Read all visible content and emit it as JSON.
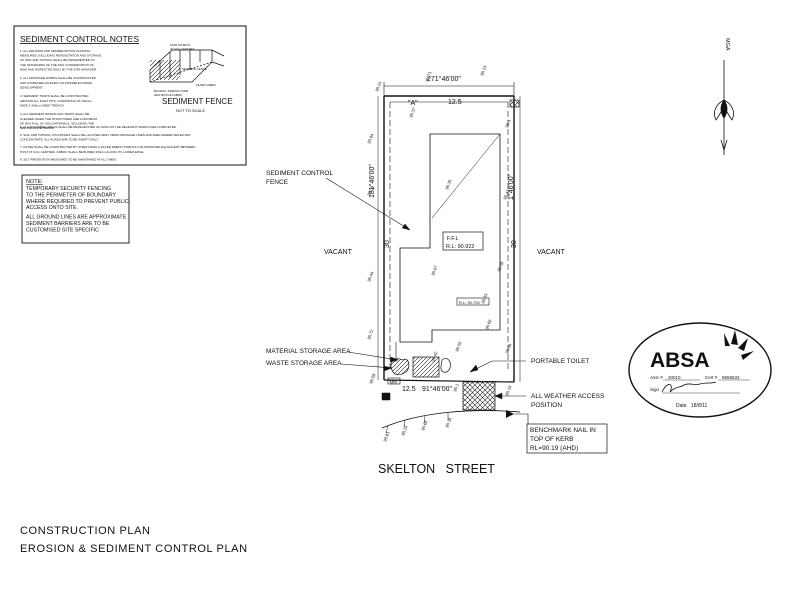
{
  "notes": {
    "title": "SEDIMENT CONTROL NOTES",
    "lines": [
      "1. ALL EROSION AND SEDIMENTATION CONTROL",
      "MEASURES, INCLUDING REVEGETATION AND STORAGE",
      "OF SOIL AND TOPSOIL SHALL BE IMPLEMENTED TO",
      "THE STANDARDS OF THE SOIL CONSERVATION OF",
      "NSW AND INSPECTED DAILY BY THE SITE MANAGER.",
      "2. ALL DRAINAGE WORKS SHALL BE CONSTRUCTED",
      "AND STABILISED AS EARLY AS POSSIBLE DURING",
      "DEVELOPMENT.",
      "3. SEDIMENT TRAPS SHALL BE CONSTRUCTED",
      "AROUND ALL INLET PITS, CONSISTING OF 300mm",
      "WIDE X 300mm DEEP TRENCH.",
      "4. ALL SEDIMENT BASINS AND TRAPS SHALL BE",
      "CLEANED WHEN THE STRUCTURES ARE A MAXIMUM",
      "OF 60% FULL OF SOIL MATERIALS, INCLUDING THE",
      "MAINTENANCE PERIOD.",
      "5. ALL DISTURBED AREAS SHALL BE REVEGETATED AS SOON AS THE RELEVANT WORKS ARE COMPLETED.",
      "6. SOIL AND TOPSOIL STOCKPILES SHALL BE LOCATED AWAY FROM DRAINAGE LINES AND AREA WHERE WATER MAY",
      "CONCENTRATE. ALL ROADS ARE TO BE SWEPT DAILY.",
      "7. FILTER SHALL BE CONSTRUCTED BY STRETCHING A FILTER FABRIC STRETCH OR APPROVED EQUIVALENT BETWEEN",
      "POST AT 3.0m CENTRES. FABRIC SHALL BE BURIED 150mm ALONG ITS LOWER EDGE.",
      "8. SILT PREVENTION MEASURES TO BE MAINTAINED AT ALL TIMES."
    ],
    "fence_detail_labels": [
      "STAR PICKETS",
      "AT 3.0m CENTRES",
      "SEDIMENT FENCE",
      "FILTER FABRIC",
      "BACKFILL TRENCH OVER",
      "GEOTEXTILE FABRIC"
    ],
    "fence_title": "SEDIMENT FENCE",
    "fence_subtitle": "NOT TO SCALE"
  },
  "note_box": {
    "heading": "NOTE:",
    "lines": [
      "TEMPORARY SECURITY FENCING",
      "TO THE PERIMETER OF BOUNDARY",
      "WHERE REQUIRED TO PREVENT PUBLIC",
      "ACCESS ONTO SITE.",
      "ALL GROUND LINES ARE APPROXIMATE.",
      "SEDIMENT BARRIERS ARE TO BE",
      "CUSTOMISED SITE SPECIFIC"
    ]
  },
  "north_label": "MGA",
  "site": {
    "top_bearing": "271°46'00\"",
    "top_label_a": "\"A\"",
    "top_width": "12.5",
    "left_bearing": "181°46'00\"",
    "right_bearing": "1°46'00\"",
    "left_length": "30",
    "right_length": "30",
    "bottom_width": "12.5",
    "bottom_bearing": "91°46'00\"",
    "left_vacant": "VACANT",
    "right_vacant": "VACANT",
    "ffl_line1": "F.F.L",
    "ffl_line2": "R.L: 90.922",
    "small_label": "R.L: 90.700",
    "mm_label": "MM",
    "spot_levels": [
      "90.24",
      "90.71",
      "90.13",
      "90.64",
      "90.3",
      "90.37",
      "90.34",
      "90.35",
      "90.43",
      "90.44",
      "90.07",
      "90.58",
      "90.33",
      "90.60",
      "90.72",
      "90.55",
      "90.56",
      "90.42",
      "90.58",
      "90.19",
      "90.1"
    ],
    "kerb_levels": [
      "90.61",
      "90.25",
      "90.60",
      "90.16"
    ]
  },
  "labels": {
    "sediment_fence": [
      "SEDIMENT CONTROL",
      "FENCE"
    ],
    "material_storage": "MATERIAL STORAGE AREA",
    "waste_storage": "WASTE STORAGE AREA",
    "portable_toilet": "PORTABLE TOILET",
    "all_weather": [
      "ALL WEATHER ACCESS",
      "POSITION"
    ],
    "benchmark": [
      "BENCHMARK NAIL IN",
      "TOP OF KERB",
      "RL=90.19 (AHD)"
    ]
  },
  "street_name": "SKELTON   STREET",
  "stamp": {
    "brand": "ABSA",
    "assr": "Assr #",
    "assr_no": "20010",
    "cert": "Cert #",
    "cert_no": "8658533",
    "sign": "Sign",
    "date": "Date",
    "date_value": "18/8/11"
  },
  "footer": {
    "line1": "CONSTRUCTION PLAN",
    "line2": "EROSION & SEDIMENT CONTROL PLAN"
  }
}
